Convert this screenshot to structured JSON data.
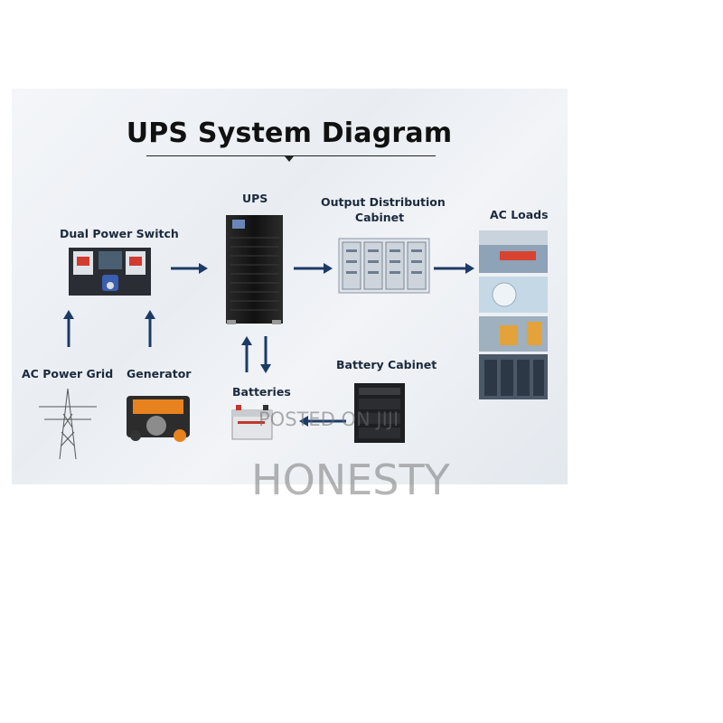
{
  "title": "UPS System Diagram",
  "nodes": {
    "dual_power_switch": "Dual Power Switch",
    "ups": "UPS",
    "output_distribution": [
      "Output Distribution",
      "Cabinet"
    ],
    "ac_loads": "AC Loads",
    "ac_power_grid": "AC Power Grid",
    "generator": "Generator",
    "batteries": "Batteries",
    "battery_cabinet": "Battery Cabinet"
  },
  "watermark": {
    "line1": "POSTED ON JIJI",
    "line2": "HONESTY"
  },
  "colors": {
    "arrow": "#1c3a66",
    "label": "#1b2a3d",
    "generator_accent": "#e8821e"
  }
}
